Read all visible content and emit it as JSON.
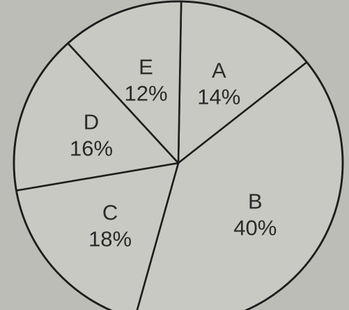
{
  "chart_data": {
    "type": "pie",
    "categories": [
      "A",
      "B",
      "C",
      "D",
      "E"
    ],
    "values": [
      14,
      40,
      18,
      16,
      12
    ],
    "value_labels": [
      "14%",
      "40%",
      "18%",
      "16%",
      "12%"
    ],
    "title": "",
    "legend": "none",
    "colors": {
      "slice_fill": "#c9c9c3",
      "stroke": "#1e1e1e",
      "background": "#bdbdb7"
    }
  }
}
